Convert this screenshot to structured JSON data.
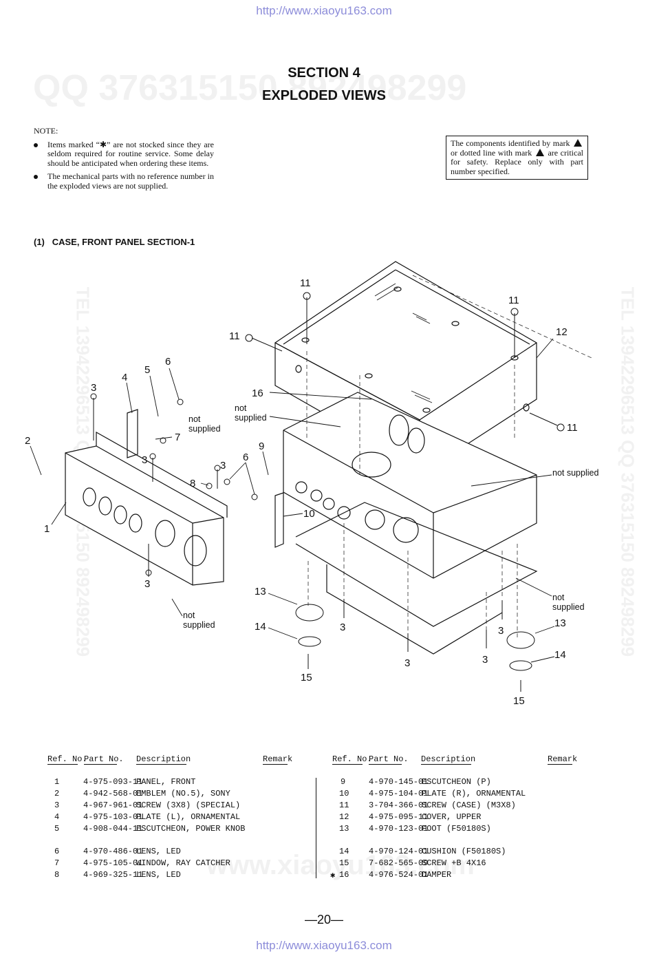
{
  "header_url": "http://www.xiaoyu163.com",
  "footer_url": "http://www.xiaoyu163.com",
  "watermark": {
    "qq_line": "QQ 376315150 892498299",
    "tel_line": "TEL 13942296513 QQ 376315150 892498299",
    "site": "www.xiaoyu163.com"
  },
  "title": {
    "line1": "SECTION 4",
    "line2": "EXPLODED VIEWS"
  },
  "note": {
    "heading": "NOTE:",
    "items": [
      "Items marked “✱” are not stocked since they are seldom required for routine service. Some delay should be anticipated when ordering these items.",
      "The mechanical parts with no reference number in the exploded views are not supplied."
    ]
  },
  "safety_box": {
    "part1": "The components identified by mark",
    "part2": "or dotted line with mark",
    "part3": "are critical for safety.",
    "part4": "Replace only with part number specified."
  },
  "section_heading": "(1)   CASE, FRONT PANEL SECTION-1",
  "diagram_labels": {
    "l1": "1",
    "l2": "2",
    "l3": "3",
    "l4": "4",
    "l5": "5",
    "l6": "6",
    "l7": "7",
    "l8": "8",
    "l9": "9",
    "l10": "10",
    "l11": "11",
    "l12": "12",
    "l13": "13",
    "l14": "14",
    "l15": "15",
    "l16": "16",
    "not_supplied": "not supplied",
    "not": "not",
    "supplied": "supplied"
  },
  "parts_table": {
    "headers": {
      "ref": "Ref. No.",
      "part": "Part No.",
      "desc": "Description",
      "remark": "Remark"
    },
    "left": [
      {
        "ref": "1",
        "part": "4-975-093-11",
        "desc": "PANEL, FRONT"
      },
      {
        "ref": "2",
        "part": "4-942-568-01",
        "desc": "EMBLEM (NO.5), SONY"
      },
      {
        "ref": "3",
        "part": "4-967-961-01",
        "desc": "SCREW (3X8) (SPECIAL)"
      },
      {
        "ref": "4",
        "part": "4-975-103-01",
        "desc": "PLATE (L), ORNAMENTAL"
      },
      {
        "ref": "5",
        "part": "4-908-044-11",
        "desc": "ESCUTCHEON, POWER KNOB"
      },
      {
        "ref": "6",
        "part": "4-970-486-01",
        "desc": "LENS, LED"
      },
      {
        "ref": "7",
        "part": "4-975-105-01",
        "desc": "WINDOW, RAY CATCHER"
      },
      {
        "ref": "8",
        "part": "4-969-325-11",
        "desc": "LENS, LED"
      }
    ],
    "right": [
      {
        "ref": "9",
        "part": "4-970-145-01",
        "desc": "ESCUTCHEON (P)"
      },
      {
        "ref": "10",
        "part": "4-975-104-01",
        "desc": "PLATE (R), ORNAMENTAL"
      },
      {
        "ref": "11",
        "part": "3-704-366-01",
        "desc": "SCREW (CASE) (M3X8)"
      },
      {
        "ref": "12",
        "part": "4-975-095-11",
        "desc": "COVER, UPPER"
      },
      {
        "ref": "13",
        "part": "4-970-123-01",
        "desc": "FOOT (F50180S)"
      },
      {
        "ref": "14",
        "part": "4-970-124-01",
        "desc": "CUSHION (F50180S)"
      },
      {
        "ref": "15",
        "part": "7-682-565-09",
        "desc": "SCREW +B 4X16"
      },
      {
        "ref": "16",
        "part": "4-976-524-01",
        "desc": "DAMPER",
        "mark": "✱"
      }
    ]
  },
  "page_number": "—20—"
}
